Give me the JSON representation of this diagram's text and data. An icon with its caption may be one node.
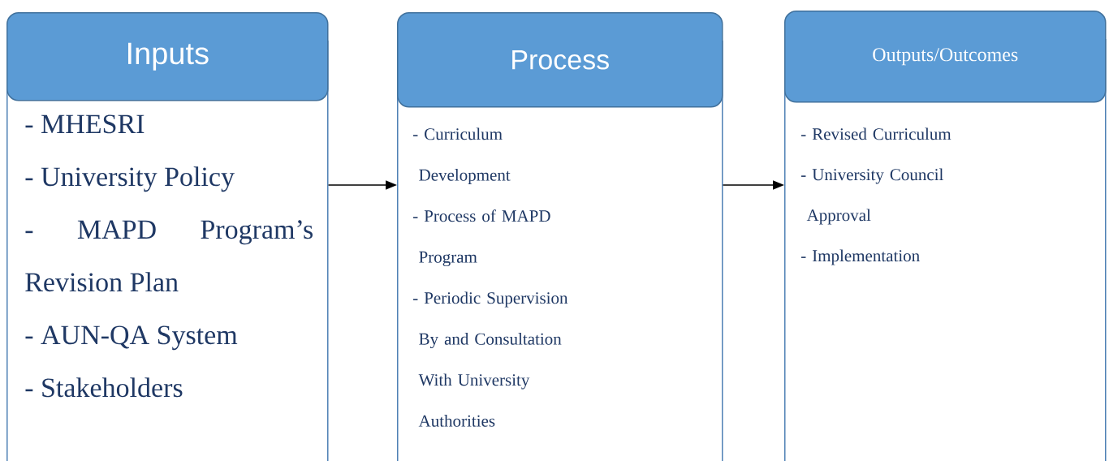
{
  "diagram": {
    "nodes": [
      {
        "text": [
          "Inputs",
          "- MHESRI",
          "- University Policy",
          "- MAPD Program’s Revision Plan",
          "- AUN-QA System",
          "- Stakeholders"
        ]
      },
      {
        "text": [
          "Process",
          "- Curriculum Development",
          "- Process of MAPD Program",
          "- Periodic Supervision By and Consultation With University Authorities"
        ]
      },
      {
        "text": [
          "Outputs/Outcomes",
          "- Revised Curriculum",
          "- University Council Approval",
          "- Implementation"
        ]
      }
    ],
    "edges": [
      {
        "from": 0,
        "to": 1,
        "arrow": "to"
      },
      {
        "from": 1,
        "to": 2,
        "arrow": "to"
      }
    ]
  }
}
